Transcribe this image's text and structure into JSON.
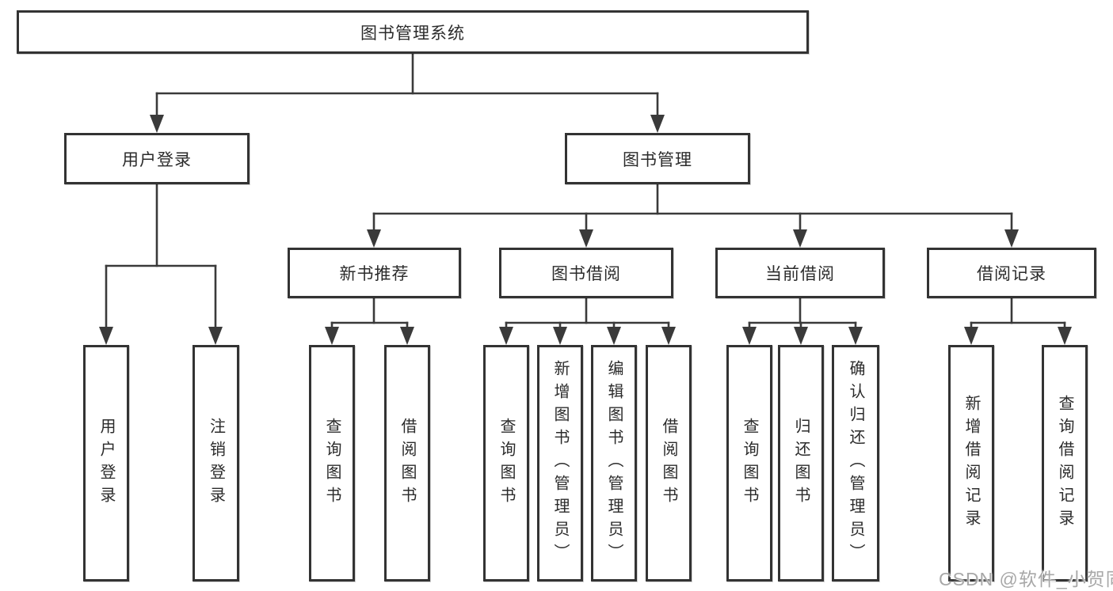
{
  "tree": {
    "root": "图书管理系统",
    "level2": {
      "user_login": "用户登录",
      "book_management": "图书管理"
    },
    "level3": {
      "new_book_recommend": "新书推荐",
      "book_borrow": "图书借阅",
      "current_borrow": "当前借阅",
      "borrow_record": "借阅记录"
    },
    "leaves": {
      "user_login": [
        "用户登录",
        "注销登录"
      ],
      "new_book_recommend": [
        "查询图书",
        "借阅图书"
      ],
      "book_borrow": [
        "查询图书",
        "新增图书（管理员）",
        "编辑图书（管理员）",
        "借阅图书"
      ],
      "current_borrow": [
        "查询图书",
        "归还图书",
        "确认归还（管理员）"
      ],
      "borrow_record": [
        "新增借阅记录",
        "查询借阅记录"
      ]
    }
  },
  "watermark": "CSDN @软件_小贺同学",
  "colors": {
    "line": "#3a3a3a",
    "box_border": "#333333",
    "box_fill": "#ffffff",
    "text": "#2b2b2b",
    "watermark": "#a8a8a8",
    "background": "#ffffff"
  }
}
